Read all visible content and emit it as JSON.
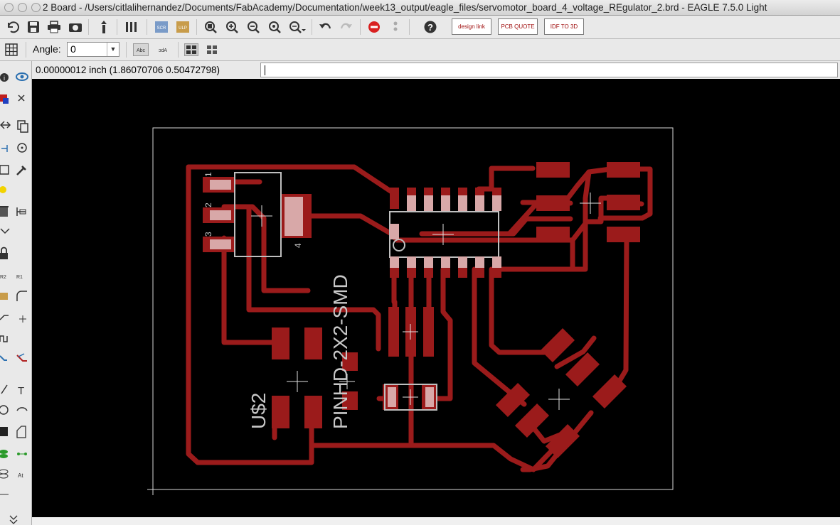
{
  "window": {
    "title": "2 Board - /Users/citlalihernandez/Documents/FabAcademy/Documentation/week13_output/eagle_files/servomotor_board_4_voltage_REgulator_2.brd - EAGLE 7.5.0 Light"
  },
  "toolbar": {
    "buttons": [
      "open-icon",
      "save-icon",
      "print-icon",
      "cam-icon",
      "layer-switch-icon",
      "column-sliders-icon",
      "script-icon",
      "run-ulp-icon",
      "zoom-fit-icon",
      "zoom-in-icon",
      "zoom-out-icon",
      "zoom-redraw-icon",
      "zoom-select-icon",
      "undo-icon",
      "redo-icon",
      "stop-icon",
      "go-icon",
      "help-icon"
    ],
    "design_link": "design link",
    "pcb_quote": "PCB QUOTE",
    "idf_to_3d": "IDF TO 3D",
    "script_label": "SCR",
    "ulp_label": "ULP"
  },
  "params": {
    "angle_label": "Angle:",
    "angle_value": "0",
    "abc_label": "Abc",
    "mirror_label": "Abc"
  },
  "status": {
    "coordinates": "0.00000012 inch (1.86070706 0.50472798)",
    "command": ""
  },
  "board": {
    "colors": {
      "copper": "#9b1b1b",
      "outline": "#d8d8d8",
      "silk": "#bfbfbf",
      "background": "#000000"
    },
    "labels": {
      "regulator_pin1": "1",
      "regulator_pin2": "2",
      "regulator_pin3": "3",
      "regulator_pin4": "4",
      "header_name": "PINHD-2X2-SMD",
      "part_us2": "U$2"
    }
  }
}
